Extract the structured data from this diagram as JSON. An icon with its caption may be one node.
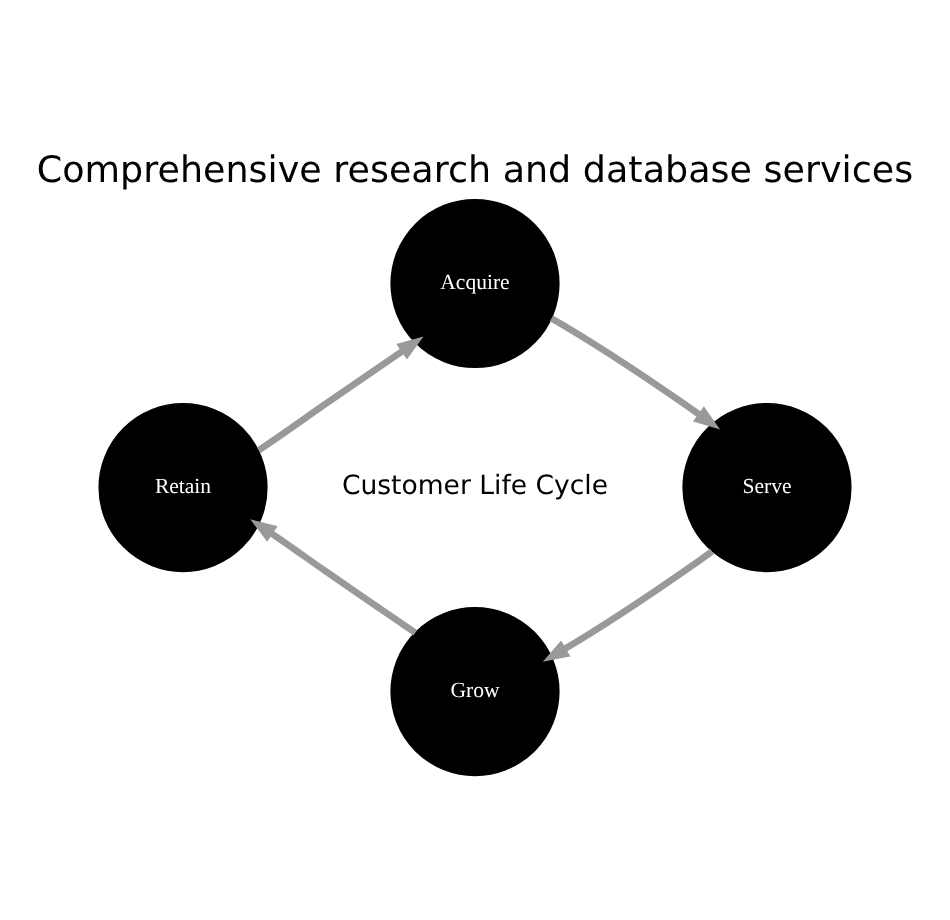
{
  "diagram": {
    "title": "Comprehensive research and database services",
    "nodes": [
      {
        "text": [
          "Acquire"
        ]
      },
      {
        "text": [
          "Serve"
        ]
      },
      {
        "text": [
          "Grow"
        ]
      },
      {
        "text": [
          "Retain"
        ]
      }
    ],
    "edges": [
      {
        "from": 0,
        "to": 1,
        "arrow": "to"
      },
      {
        "from": 1,
        "to": 2,
        "arrow": "to"
      },
      {
        "from": 2,
        "to": 3,
        "arrow": "to"
      },
      {
        "from": 3,
        "to": 0,
        "arrow": "to"
      }
    ],
    "labels": [
      "Customer Life Cycle"
    ]
  }
}
